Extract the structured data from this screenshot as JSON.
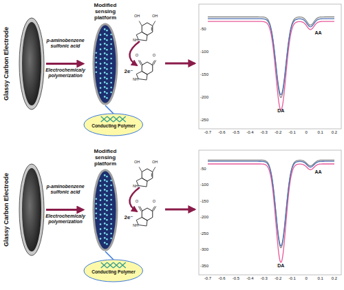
{
  "diagram": {
    "nodes": [
      {
        "text": [
          "Glassy Carbon Electrode"
        ]
      },
      {
        "text": [
          "Modified sensing platform"
        ]
      },
      {
        "text": [
          "Conducting Polymer"
        ]
      },
      {
        "text": [
          "Glassy Carbon Electrode"
        ]
      },
      {
        "text": [
          "Modified sensing platform"
        ]
      },
      {
        "text": [
          "Conducting Polymer"
        ]
      }
    ],
    "edges": [
      {
        "from": 0,
        "to": 1,
        "arrow": "to"
      },
      {
        "from": 1,
        "to": 2,
        "arrow": "none"
      },
      {
        "from": 3,
        "to": 4,
        "arrow": "to"
      },
      {
        "from": 4,
        "to": 5,
        "arrow": "none"
      }
    ],
    "labels": [
      "p-aminobenzene sulfonic acid",
      "Electrochemicaly polymerization",
      "2e⁻",
      "OH",
      "OH",
      "NH",
      "O",
      "O",
      "NH",
      "DA",
      "AA",
      "-0.7",
      "-0.6",
      "-0.5",
      "-0.4",
      "-0.3",
      "-0.2",
      "-0.1",
      "0",
      "0.1",
      "0.2",
      "-50",
      "-100",
      "-150",
      "-200",
      "-250",
      "p-aminobenzene sulfonic acid",
      "Electrochemicaly polymerization",
      "2e⁻",
      "OH",
      "OH",
      "NH",
      "O",
      "O",
      "NH",
      "DA",
      "AA",
      "-0.7",
      "-0.6",
      "-0.5",
      "-0.4",
      "-0.3",
      "-0.2",
      "-0.1",
      "0",
      "0.1",
      "0.2",
      "-50",
      "-100",
      "-150",
      "-200",
      "-250",
      "-300",
      "-350"
    ]
  }
}
